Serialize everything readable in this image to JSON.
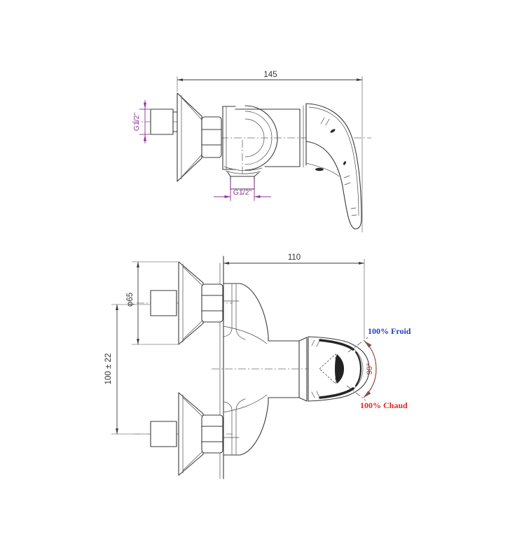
{
  "drawing": {
    "type": "technical-drawing",
    "subject": "wall-mounted single-lever shower mixer, two orthographic views",
    "top_view": {
      "width_dim": "145",
      "inlet_thread": "G1/2\"",
      "outlet_thread": "G1/2\""
    },
    "front_view": {
      "width_dim": "110",
      "flange_diameter": "φ65",
      "centers_distance": "100 ± 22",
      "cold_label": "100% Froid",
      "hot_label": "100% Chaud",
      "rotation_angle": "90°"
    },
    "colors": {
      "line": "#3a3a3a",
      "gray": "#818181",
      "purple": "#93359b",
      "blue": "#2240cc",
      "red": "#e02820",
      "arc": "#8a4a42",
      "angle": "#b03028"
    }
  }
}
